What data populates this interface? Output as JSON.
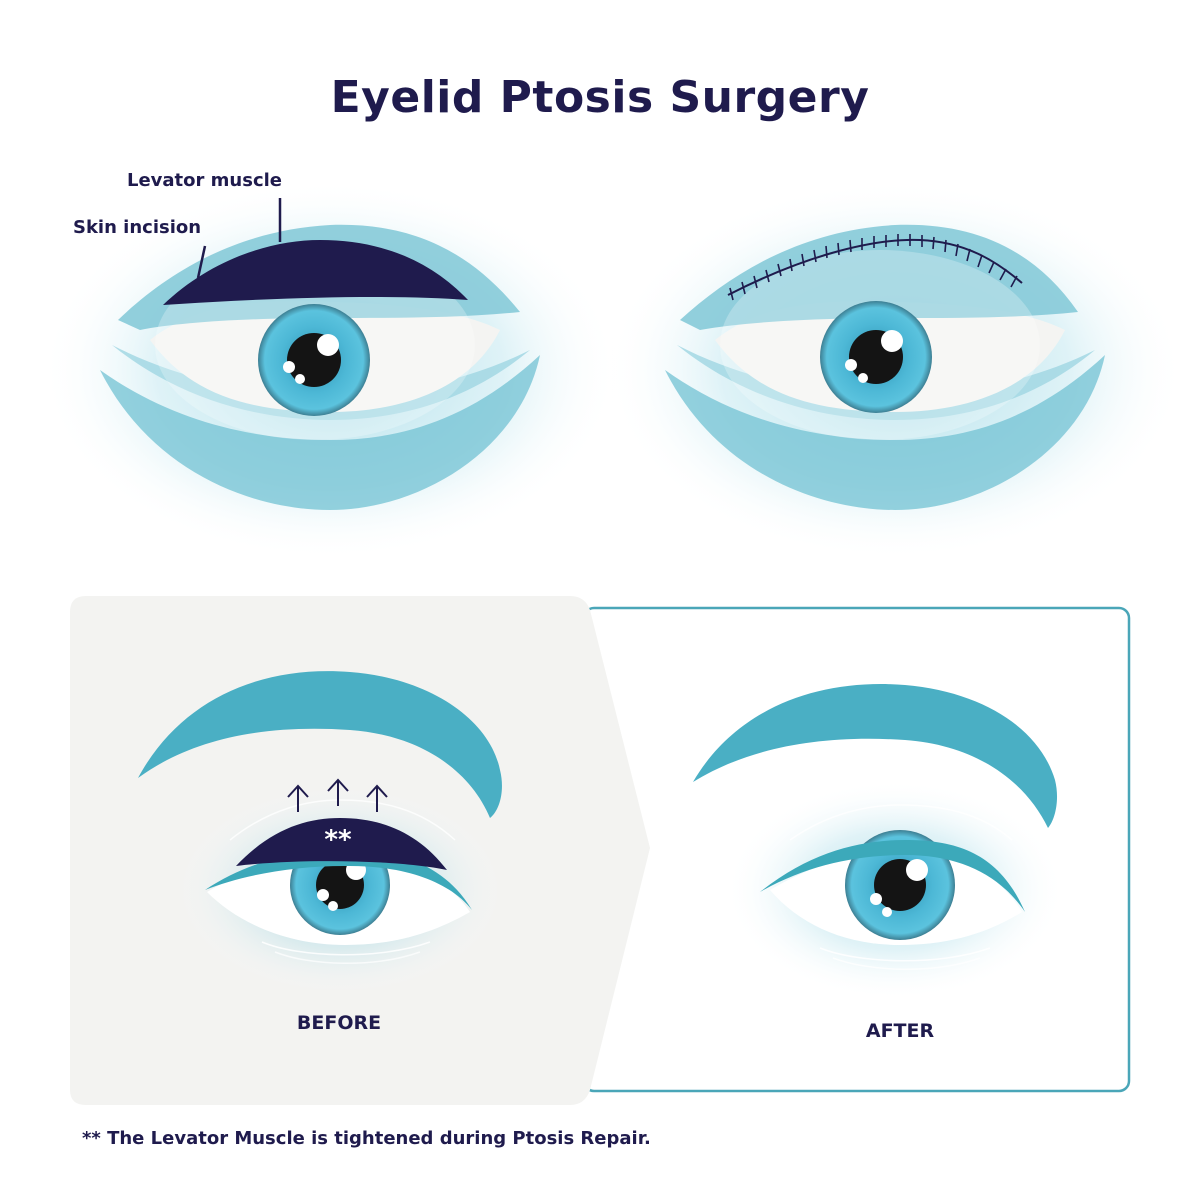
{
  "title": "Eyelid Ptosis Surgery",
  "labels": {
    "levator_muscle": "Levator muscle",
    "skin_incision": "Skin incision"
  },
  "panels": {
    "before_label": "BEFORE",
    "after_label": "AFTER",
    "tightened_marker": "**"
  },
  "footnote": "** The Levator Muscle is tightened during Ptosis Repair.",
  "colors": {
    "navy": "#1f1b4d",
    "teal": "#4aafc4",
    "light_teal": "#8fcfdc",
    "panel_gray": "#f3f3f1",
    "iris": "#49b3d0"
  }
}
